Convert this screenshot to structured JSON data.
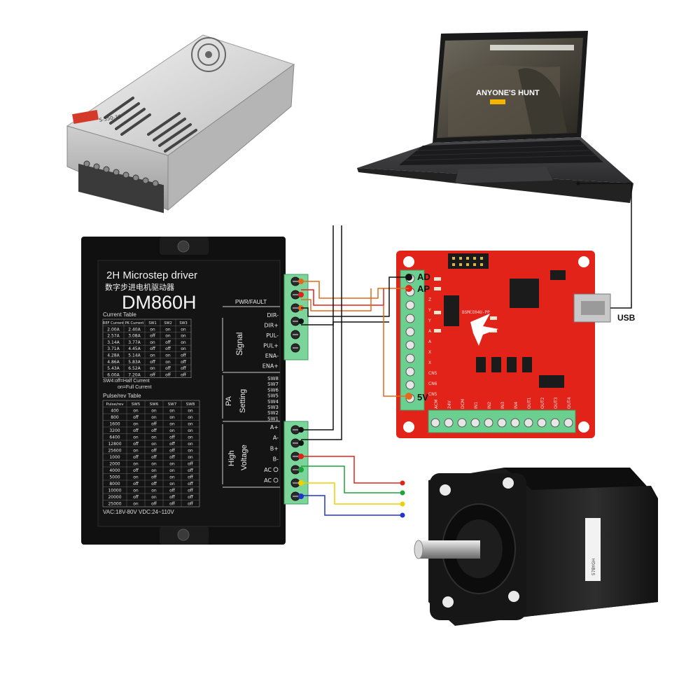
{
  "driver": {
    "subtitle": "2H Microstep driver",
    "subtitle_cn": "数字步进电机驱动器",
    "model": "DM860H",
    "current_table_title": "Current Table",
    "current_headers": [
      "REF Current",
      "PK Current",
      "SW1",
      "SW2",
      "SW3"
    ],
    "current_rows": [
      [
        "2.00A",
        "2.40A",
        "on",
        "on",
        "on"
      ],
      [
        "2.57A",
        "3.08A",
        "off",
        "on",
        "on"
      ],
      [
        "3.14A",
        "3.77A",
        "on",
        "off",
        "on"
      ],
      [
        "3.71A",
        "4.45A",
        "off",
        "off",
        "on"
      ],
      [
        "4.28A",
        "5.14A",
        "on",
        "on",
        "off"
      ],
      [
        "4.86A",
        "5.83A",
        "off",
        "on",
        "off"
      ],
      [
        "5.43A",
        "6.52A",
        "on",
        "off",
        "off"
      ],
      [
        "6.00A",
        "7.20A",
        "off",
        "off",
        "off"
      ]
    ],
    "sw4_note_1": "SW4:off=Half Current",
    "sw4_note_2": "on=Full Current",
    "pulse_table_title": "Pulse/rev Table",
    "pulse_headers": [
      "Pulse/rev",
      "SW5",
      "SW6",
      "SW7",
      "SW8"
    ],
    "pulse_rows": [
      [
        "400",
        "on",
        "on",
        "on",
        "on"
      ],
      [
        "800",
        "off",
        "on",
        "on",
        "on"
      ],
      [
        "1600",
        "on",
        "off",
        "on",
        "on"
      ],
      [
        "3200",
        "off",
        "off",
        "on",
        "on"
      ],
      [
        "6400",
        "on",
        "on",
        "off",
        "on"
      ],
      [
        "12800",
        "off",
        "on",
        "off",
        "on"
      ],
      [
        "25600",
        "on",
        "off",
        "off",
        "on"
      ],
      [
        "1000",
        "off",
        "off",
        "off",
        "on"
      ],
      [
        "2000",
        "on",
        "on",
        "on",
        "off"
      ],
      [
        "4000",
        "off",
        "on",
        "on",
        "off"
      ],
      [
        "5000",
        "on",
        "off",
        "on",
        "off"
      ],
      [
        "8000",
        "off",
        "off",
        "on",
        "off"
      ],
      [
        "10000",
        "on",
        "on",
        "off",
        "off"
      ],
      [
        "20000",
        "off",
        "on",
        "off",
        "off"
      ],
      [
        "25000",
        "on",
        "off",
        "off",
        "off"
      ]
    ],
    "voltage_note": "VAC:18V-80V  VDC:24~110V",
    "pwr_fault": "PWR/FAULT",
    "signal_label": "Signal",
    "signal_pins": [
      "DIR-",
      "DIR+",
      "PUL-",
      "PUL+",
      "ENA-",
      "ENA+"
    ],
    "pa_setting_label_1": "PA",
    "pa_setting_label_2": "Setting",
    "switch_labels": [
      "SW8",
      "SW7",
      "SW6",
      "SW5",
      "SW4",
      "SW3",
      "SW2",
      "SW1"
    ],
    "hv_label_1": "High",
    "hv_label_2": "Voltage",
    "hv_pins": [
      "A+",
      "A-",
      "B+",
      "B-",
      "AC",
      "AC"
    ]
  },
  "board": {
    "labels": [
      "AD",
      "AP",
      "5V"
    ],
    "usb_label": "USB",
    "right_pin_labels": [
      "Z",
      "Y",
      "Y",
      "A",
      "A",
      "X",
      "X",
      "CN5",
      "CN6",
      "CN5"
    ],
    "bottom_labels": [
      "ACM",
      "24V",
      "DCM",
      "IN1",
      "IN2",
      "IN3",
      "IN4",
      "OUT1",
      "OUT2",
      "OUT3",
      "OUT4"
    ],
    "chip_text": "BSMCE04U-PP",
    "colors": {
      "pcb": "#e2231a",
      "terminal": "#6bd08f"
    }
  },
  "laptop": {
    "screen_text": "ANYONE'S HUNT"
  },
  "psu": {
    "label_text": "S-350-36"
  },
  "motor": {
    "label_text": "57BYGH"
  },
  "wire_colors": {
    "red": "#e0241b",
    "green": "#1fa33a",
    "yellow": "#f0d000",
    "blue": "#2433c8",
    "orange": "#e36a1c",
    "black": "#111111"
  }
}
